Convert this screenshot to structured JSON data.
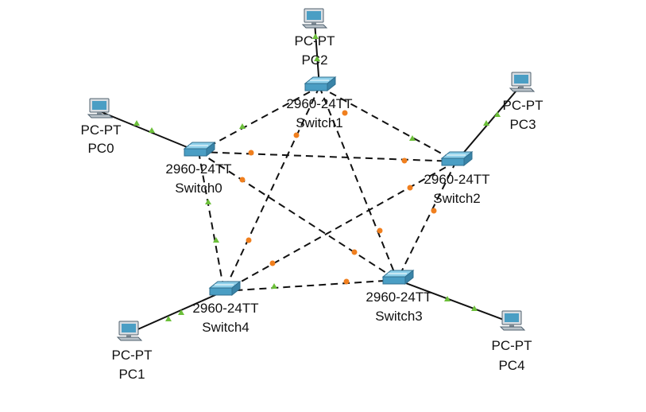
{
  "colors": {
    "link": "#111111",
    "port_up": "#6cbf3a",
    "port_blocking": "#f07f1e",
    "device": "#4a9ec4",
    "device_dark": "#2f6f8f"
  },
  "icons": {
    "switch": "switch-icon",
    "pc": "pc-icon",
    "port_up": "port-up-triangle-icon",
    "port_blocking": "port-blocking-dot-icon"
  },
  "switches": [
    {
      "id": "switch0",
      "model": "2960-24TT",
      "name": "Switch0"
    },
    {
      "id": "switch1",
      "model": "2960-24TT",
      "name": "Switch1"
    },
    {
      "id": "switch2",
      "model": "2960-24TT",
      "name": "Switch2"
    },
    {
      "id": "switch3",
      "model": "2960-24TT",
      "name": "Switch3"
    },
    {
      "id": "switch4",
      "model": "2960-24TT",
      "name": "Switch4"
    }
  ],
  "pcs": [
    {
      "id": "pc0",
      "model": "PC-PT",
      "name": "PC0"
    },
    {
      "id": "pc1",
      "model": "PC-PT",
      "name": "PC1"
    },
    {
      "id": "pc2",
      "model": "PC-PT",
      "name": "PC2"
    },
    {
      "id": "pc3",
      "model": "PC-PT",
      "name": "PC3"
    },
    {
      "id": "pc4",
      "model": "PC-PT",
      "name": "PC4"
    }
  ]
}
